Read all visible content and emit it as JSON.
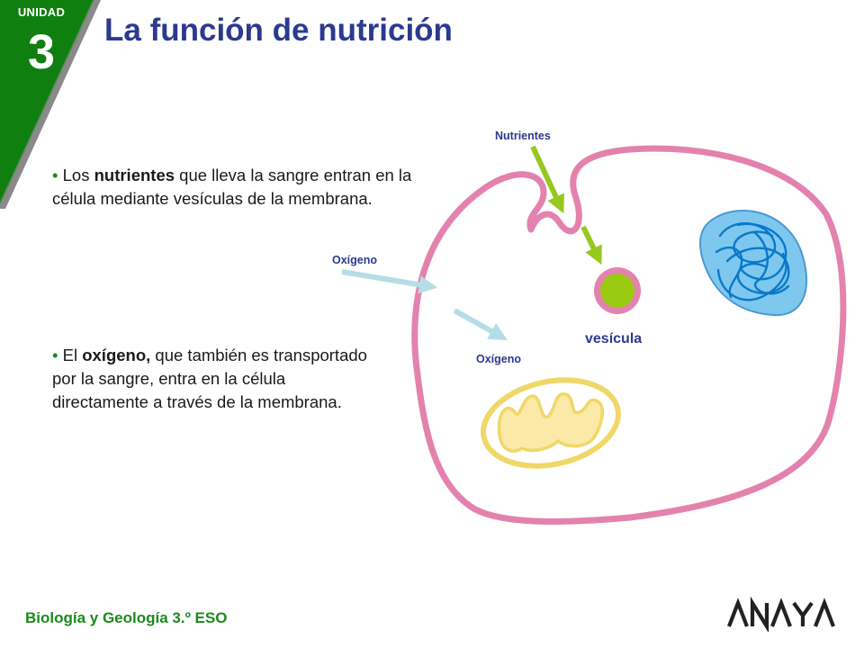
{
  "header": {
    "unit_label": "UNIDAD",
    "unit_number": "3",
    "title": "La función de nutrición"
  },
  "paragraphs": [
    {
      "bullet": "•",
      "before": " Los ",
      "bold": "nutrientes",
      "after": " que lleva la sangre entran en la célula mediante vesículas de la membrana."
    },
    {
      "bullet": "•",
      "before": " El ",
      "bold": "oxígeno,",
      "after": " que también es transportado por la sangre, entra en la célula directamente a través de la membrana."
    }
  ],
  "diagram": {
    "labels": {
      "nutrientes": "Nutrientes",
      "oxigeno_outer": "Oxígeno",
      "oxigeno_inner": "Oxígeno",
      "vesicula": "vesícula"
    }
  },
  "footer": {
    "subject": "Biología y Geología 3.º ESO",
    "publisher": "ANAYA"
  },
  "colors": {
    "badge_green": "#0f7f0f",
    "title_blue": "#2b3a8f",
    "membrane_pink": "#e382ae",
    "nutrient_arrow": "#96c81e",
    "oxygen_arrow": "#b5dde6",
    "vesicle_core": "#9acb10",
    "nucleus_fill": "#7ec8ef",
    "chromatin": "#0a78c8",
    "mitochondria": "#f0d868"
  }
}
